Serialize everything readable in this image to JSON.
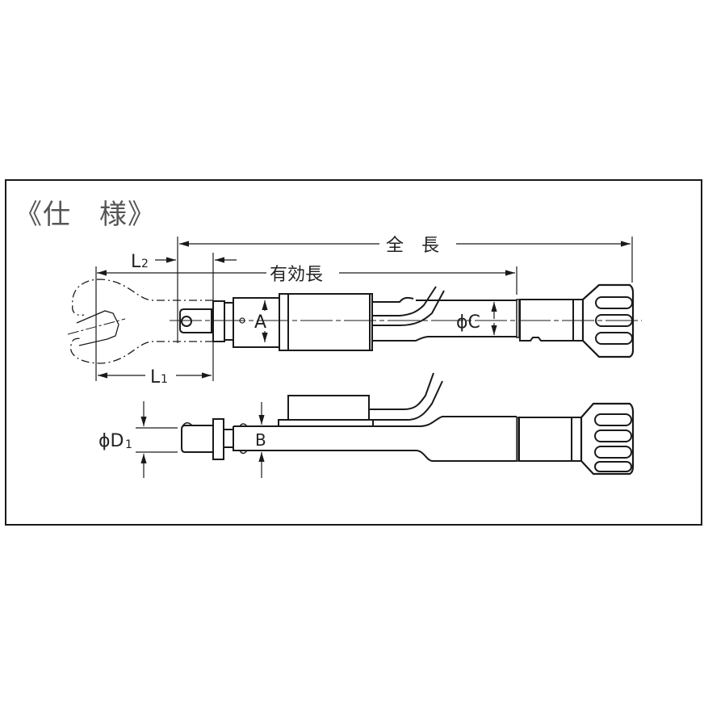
{
  "title": "《仕　様》",
  "dimensions": {
    "overall_length": "全　長",
    "effective_length": "有効長",
    "L1": "L",
    "L1_sub": "1",
    "L2": "L",
    "L2_sub": "2",
    "A": "A",
    "B": "B",
    "phiC": "ϕC",
    "phiD1": "ϕD",
    "phiD1_sub": "1"
  },
  "colors": {
    "line": "#1a1a1a",
    "title": "#555555"
  }
}
